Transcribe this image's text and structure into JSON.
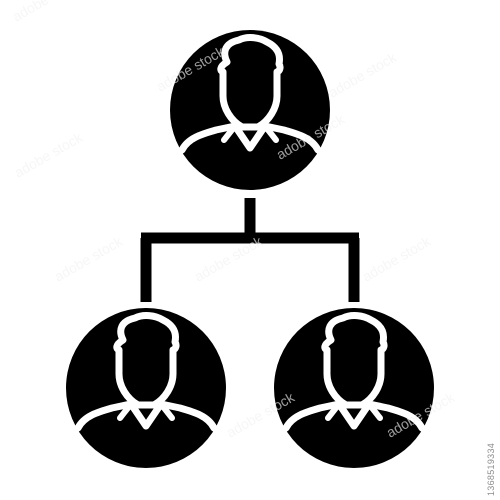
{
  "icon": {
    "name": "org-chart-icon",
    "ink_color": "#000000",
    "paper_color": "#ffffff",
    "nodes": [
      {
        "name": "top-person-node"
      },
      {
        "name": "bottom-left-person-node"
      },
      {
        "name": "bottom-right-person-node"
      }
    ]
  },
  "watermark": {
    "id": "1368519334",
    "text": "adobe stock"
  }
}
